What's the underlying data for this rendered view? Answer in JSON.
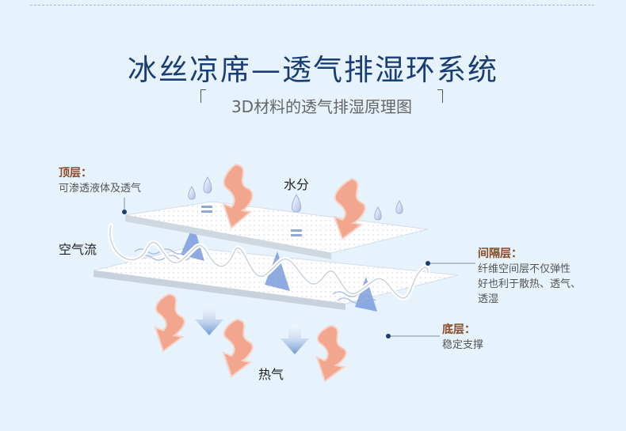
{
  "title": "冰丝凉席—透气排湿环系统",
  "subtitle": "3D材料的透气排湿原理图",
  "labels": {
    "top_layer": {
      "heading": "顶层：",
      "desc": "可渗透液体及透气"
    },
    "water": "水分",
    "airflow": "空气流",
    "spacer_layer": {
      "heading": "间隔层：",
      "desc_line1": "纤维空间层不仅弹性",
      "desc_line2": "好也利于散热、透气、",
      "desc_line3": "透湿"
    },
    "bottom_layer": {
      "heading": "底层：",
      "desc": "稳定支撑"
    },
    "heat": "热气"
  },
  "colors": {
    "background": "#e6f2fc",
    "title": "#1a3d74",
    "heading": "#8a4a26",
    "heat_arrow": "#f2a68d",
    "down_arrow": "#7ea3d4",
    "leader_dot": "#1a3d74"
  }
}
